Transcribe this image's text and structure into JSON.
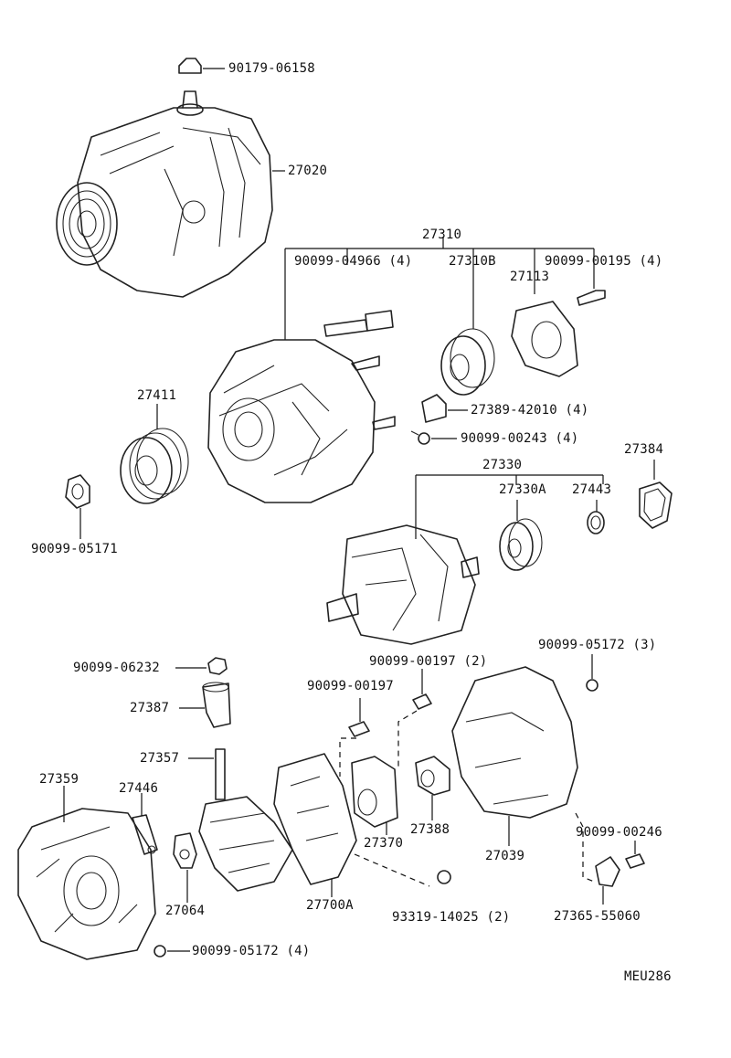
{
  "diagram": {
    "code": "MEU286",
    "labels": {
      "p90179_06158": "90179-06158",
      "p27020": "27020",
      "p27310": "27310",
      "p90099_04966": "90099-04966 (4)",
      "p27310B": "27310B",
      "p27113": "27113",
      "p90099_00195": "90099-00195 (4)",
      "p27411": "27411",
      "p27389_42010": "27389-42010 (4)",
      "p90099_00243": "90099-00243 (4)",
      "p27330": "27330",
      "p27330A": "27330A",
      "p27443": "27443",
      "p27384": "27384",
      "p90099_05171": "90099-05171",
      "p90099_00197_2": "90099-00197 (2)",
      "p90099_05172_3": "90099-05172 (3)",
      "p90099_06232": "90099-06232",
      "p90099_00197": "90099-00197",
      "p27387": "27387",
      "p27357": "27357",
      "p27359": "27359",
      "p27446": "27446",
      "p27370": "27370",
      "p27388": "27388",
      "p27039": "27039",
      "p90099_00246": "90099-00246",
      "p27064": "27064",
      "p27700A": "27700A",
      "p93319_14025": "93319-14025 (2)",
      "p27365_55060": "27365-55060",
      "p90099_05172_4": "90099-05172 (4)"
    }
  }
}
